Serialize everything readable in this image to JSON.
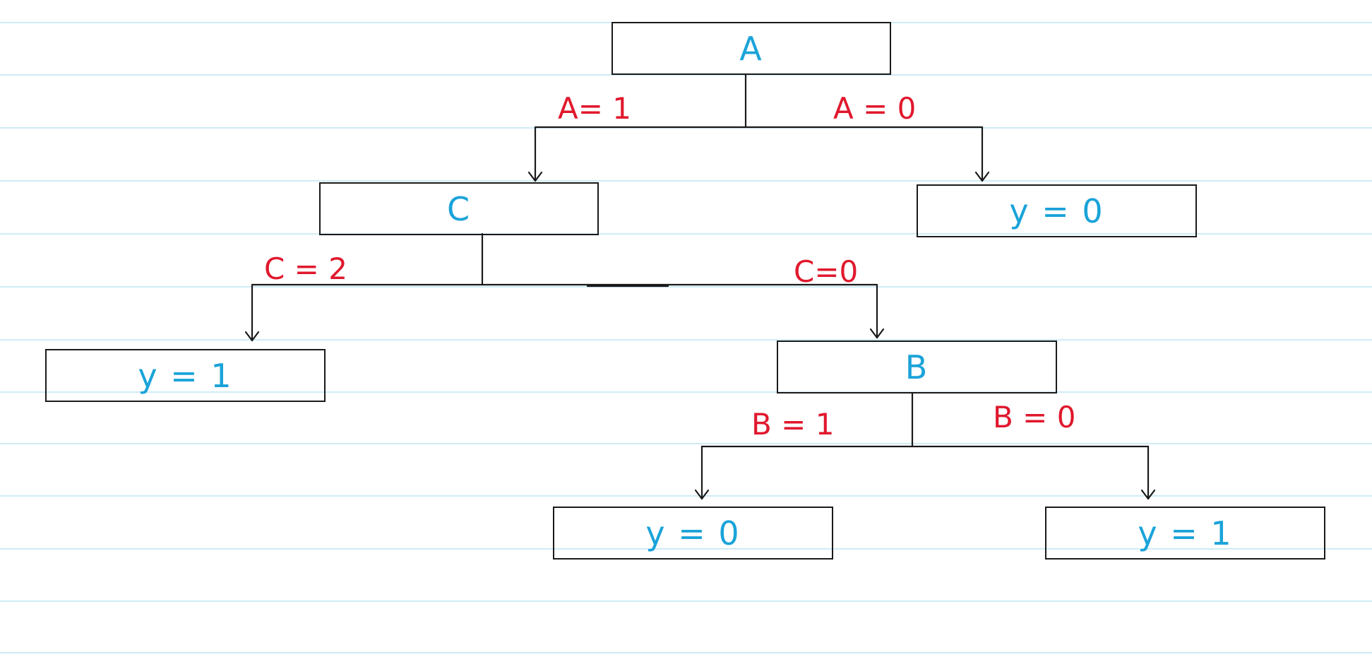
{
  "colors": {
    "node_text": "#1aa3d9",
    "edge_label": "#e0182d",
    "line": "#1a1a1a",
    "ruling": "#bfe6f2"
  },
  "nodes": {
    "root": "A",
    "c": "C",
    "leaf_a0": "y = 0",
    "leaf_c2": "y = 1",
    "b": "B",
    "leaf_b1": "y = 0",
    "leaf_b0": "y = 1"
  },
  "edges": {
    "a1": "A= 1",
    "a0": "A = 0",
    "c2": "C = 2",
    "c0": "C=0",
    "b1": "B = 1",
    "b0": "B = 0"
  }
}
